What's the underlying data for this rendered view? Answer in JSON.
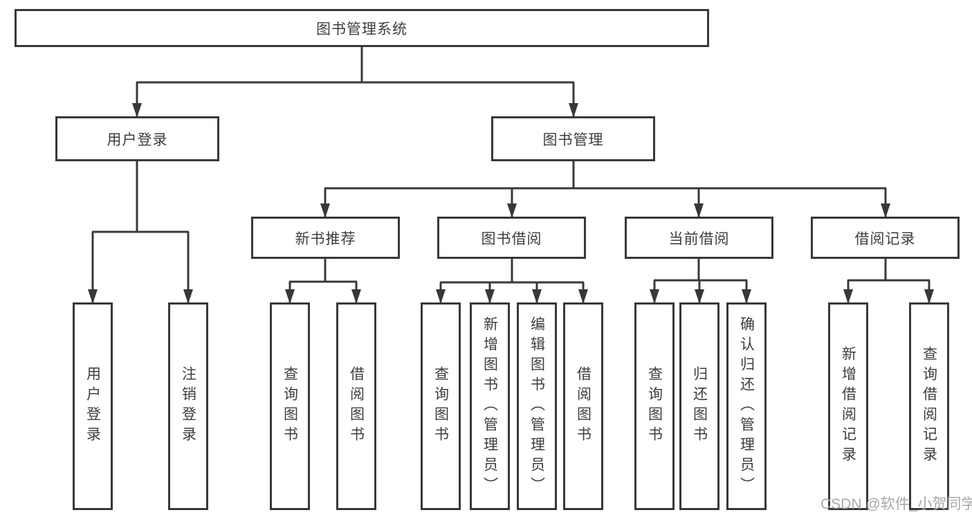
{
  "root": {
    "label": "图书管理系统"
  },
  "level2": [
    {
      "label": "用户登录"
    },
    {
      "label": "图书管理"
    }
  ],
  "level3": [
    {
      "label": "新书推荐"
    },
    {
      "label": "图书借阅"
    },
    {
      "label": "当前借阅"
    },
    {
      "label": "借阅记录"
    }
  ],
  "leaves": {
    "user_login": [
      {
        "label": "用户登录"
      },
      {
        "label": "注销登录"
      }
    ],
    "new_books": [
      {
        "label": "查询图书"
      },
      {
        "label": "借阅图书"
      }
    ],
    "book_borrow": [
      {
        "label": "查询图书"
      },
      {
        "label": "新增图书（管理员）"
      },
      {
        "label": "编辑图书（管理员）"
      },
      {
        "label": "借阅图书"
      }
    ],
    "current_borrow": [
      {
        "label": "查询图书"
      },
      {
        "label": "归还图书"
      },
      {
        "label": "确认归还（管理员）"
      }
    ],
    "borrow_records": [
      {
        "label": "新增借阅记录"
      },
      {
        "label": "查询借阅记录"
      }
    ]
  },
  "watermark": "CSDN @软件_小贺同学",
  "colors": {
    "line": "#383838",
    "text": "#3d3d3d",
    "watermark": "#a8a8a8",
    "background": "#ffffff"
  }
}
